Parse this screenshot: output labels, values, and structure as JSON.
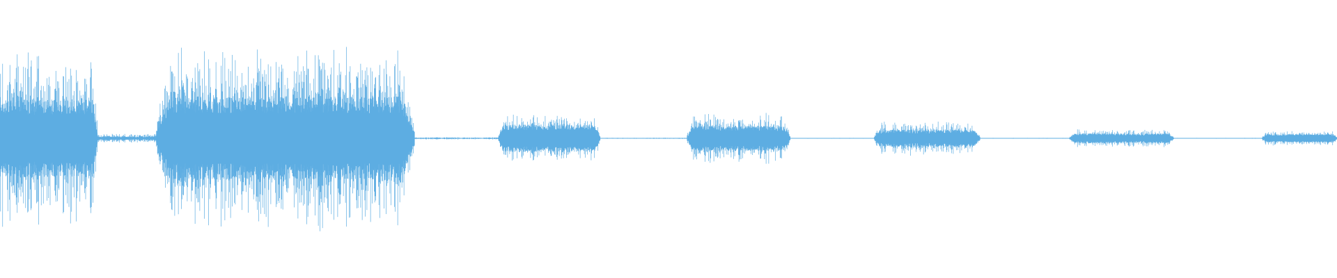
{
  "waveform": {
    "color": "#5dade2",
    "background": "#ffffff",
    "segments": [
      {
        "kind": "burst",
        "start": 0.0,
        "end": 0.073,
        "amplitude": 0.6,
        "body": 0.28
      },
      {
        "kind": "quiet",
        "start": 0.073,
        "end": 0.117,
        "amplitude": 0.03,
        "body": 0.01
      },
      {
        "kind": "burst",
        "start": 0.117,
        "end": 0.31,
        "amplitude": 0.62,
        "body": 0.3
      },
      {
        "kind": "quiet",
        "start": 0.31,
        "end": 0.373,
        "amplitude": 0.008,
        "body": 0.003
      },
      {
        "kind": "burst",
        "start": 0.373,
        "end": 0.449,
        "amplitude": 0.16,
        "body": 0.1
      },
      {
        "kind": "quiet",
        "start": 0.449,
        "end": 0.514,
        "amplitude": 0.004,
        "body": 0.002
      },
      {
        "kind": "burst",
        "start": 0.514,
        "end": 0.591,
        "amplitude": 0.17,
        "body": 0.09
      },
      {
        "kind": "quiet",
        "start": 0.591,
        "end": 0.654,
        "amplitude": 0.003,
        "body": 0.001
      },
      {
        "kind": "burst",
        "start": 0.654,
        "end": 0.733,
        "amplitude": 0.12,
        "body": 0.06
      },
      {
        "kind": "quiet",
        "start": 0.733,
        "end": 0.8,
        "amplitude": 0.003,
        "body": 0.001
      },
      {
        "kind": "burst",
        "start": 0.8,
        "end": 0.878,
        "amplitude": 0.06,
        "body": 0.035
      },
      {
        "kind": "quiet",
        "start": 0.878,
        "end": 0.944,
        "amplitude": 0.003,
        "body": 0.001
      },
      {
        "kind": "burst",
        "start": 0.944,
        "end": 1.0,
        "amplitude": 0.05,
        "body": 0.03
      }
    ]
  }
}
